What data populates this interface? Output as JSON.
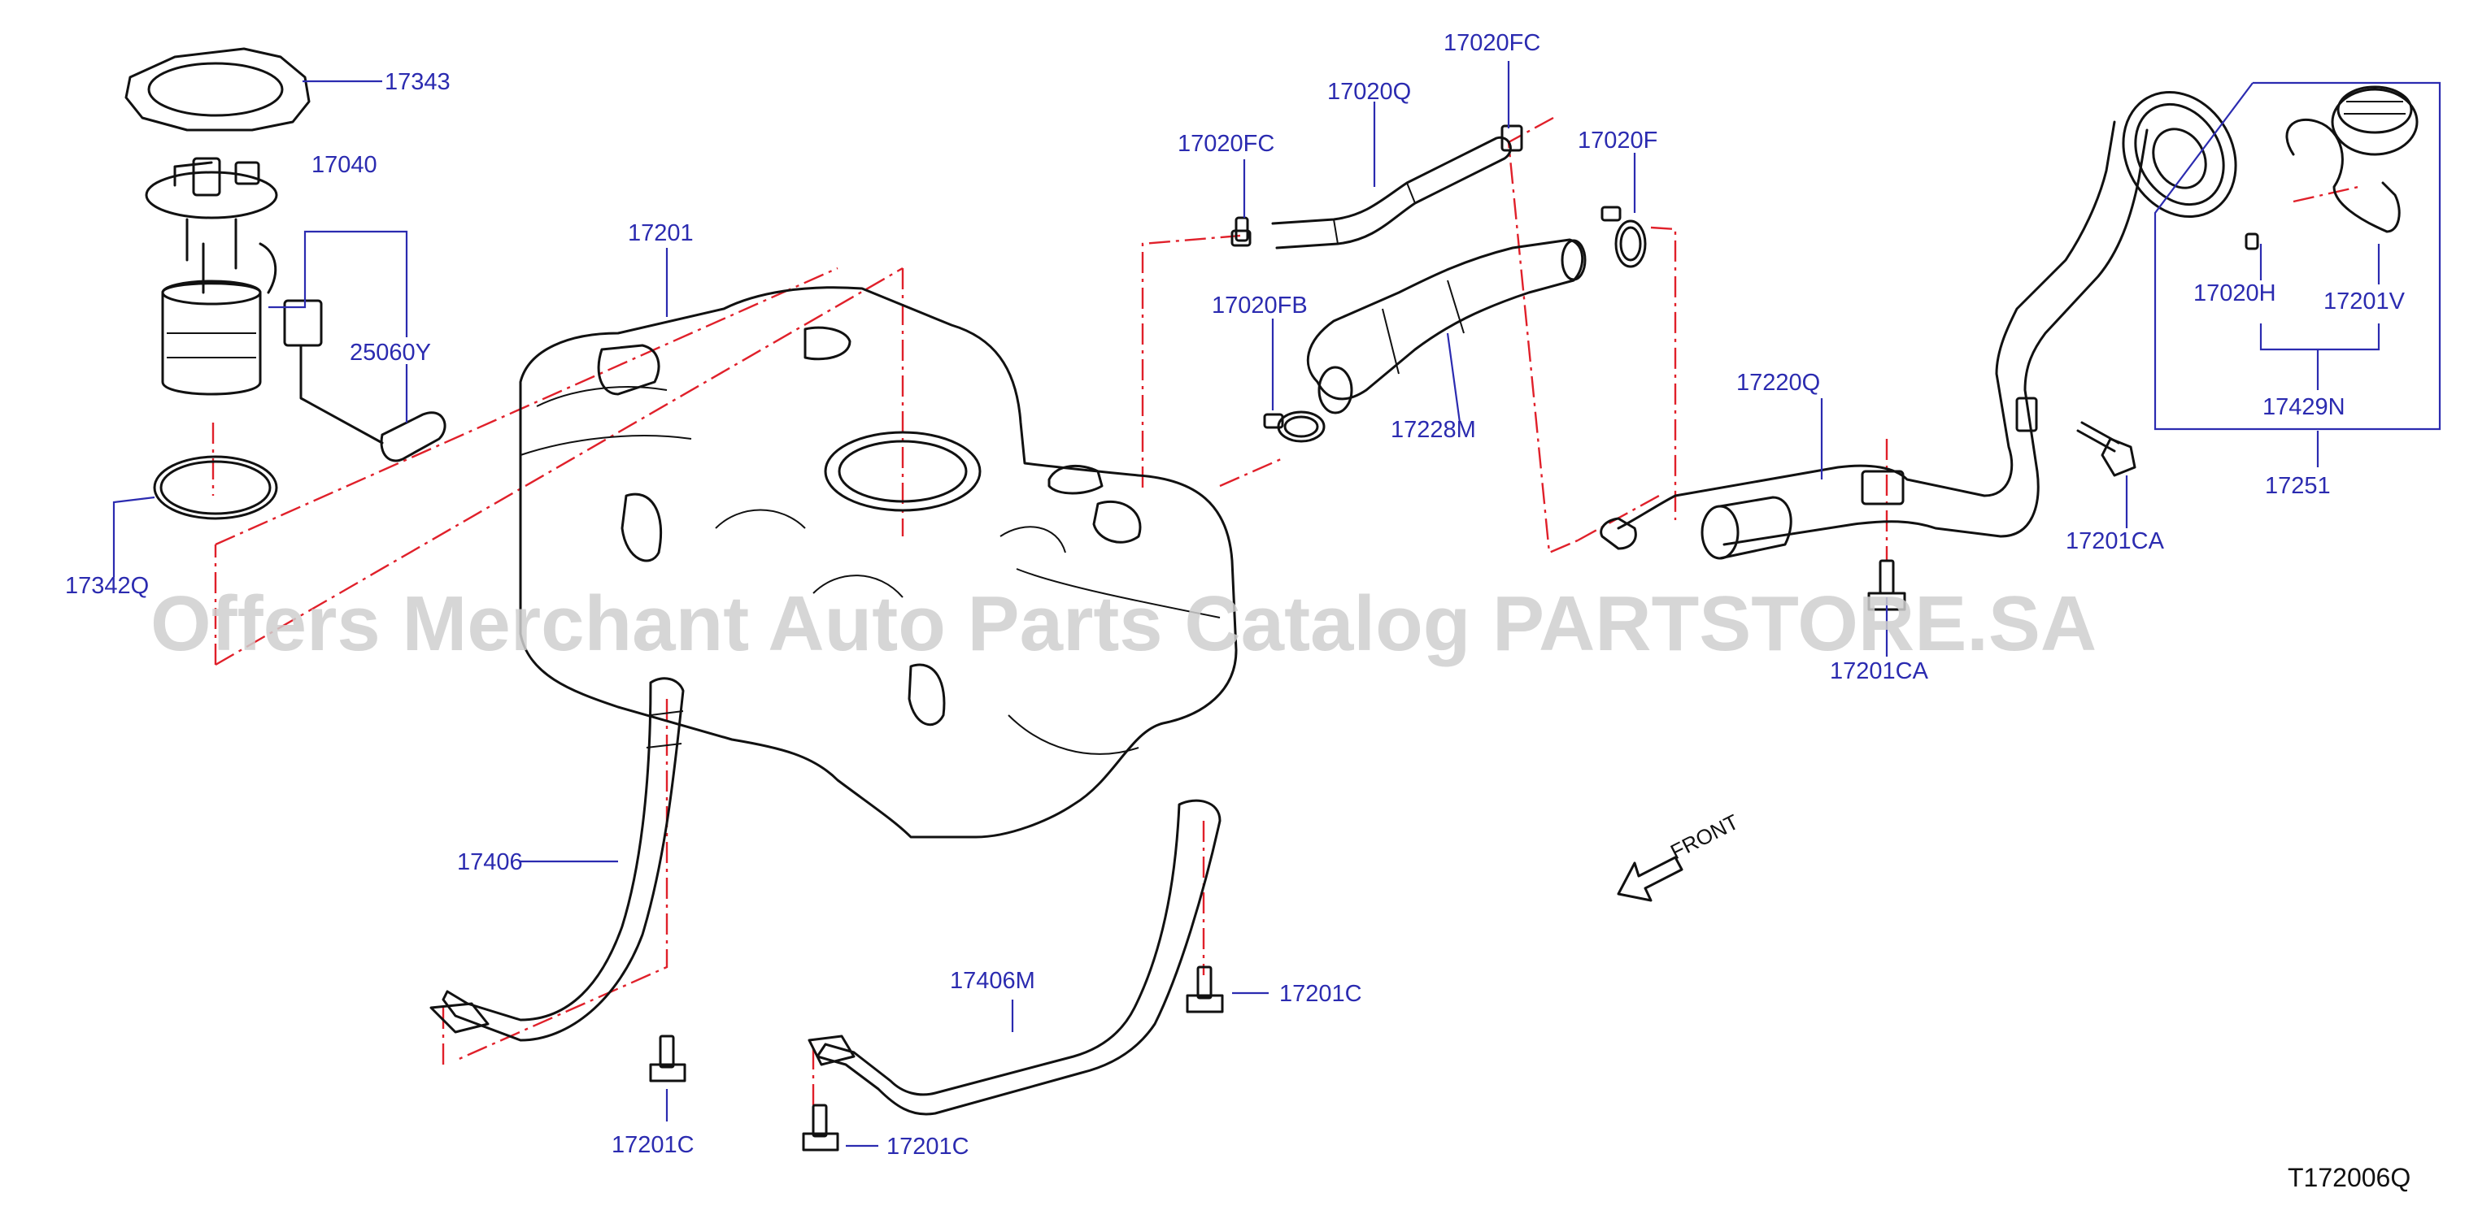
{
  "watermark": "Offers Merchant Auto Parts Catalog PARTSTORE.SA",
  "diagram_code": "T172006Q",
  "front_label": "FRONT",
  "colors": {
    "label": "#2b2bb0",
    "phantom_line": "#e0202a",
    "line_art": "#111111",
    "watermark": "#cfcfcf"
  },
  "parts": [
    {
      "id": "p17343",
      "number": "17343"
    },
    {
      "id": "p17040",
      "number": "17040"
    },
    {
      "id": "p25060Y",
      "number": "25060Y"
    },
    {
      "id": "p17342Q",
      "number": "17342Q"
    },
    {
      "id": "p17201",
      "number": "17201"
    },
    {
      "id": "p17020FC_a",
      "number": "17020FC"
    },
    {
      "id": "p17020FC_b",
      "number": "17020FC"
    },
    {
      "id": "p17020Q",
      "number": "17020Q"
    },
    {
      "id": "p17020F",
      "number": "17020F"
    },
    {
      "id": "p17020FB",
      "number": "17020FB"
    },
    {
      "id": "p17228M",
      "number": "17228M"
    },
    {
      "id": "p17220Q",
      "number": "17220Q"
    },
    {
      "id": "p17201CA_a",
      "number": "17201CA"
    },
    {
      "id": "p17201CA_b",
      "number": "17201CA"
    },
    {
      "id": "p17020H",
      "number": "17020H"
    },
    {
      "id": "p17201V",
      "number": "17201V"
    },
    {
      "id": "p17429N",
      "number": "17429N"
    },
    {
      "id": "p17251",
      "number": "17251"
    },
    {
      "id": "p17406",
      "number": "17406"
    },
    {
      "id": "p17406M",
      "number": "17406M"
    },
    {
      "id": "p17201C_a",
      "number": "17201C"
    },
    {
      "id": "p17201C_b",
      "number": "17201C"
    },
    {
      "id": "p17201C_c",
      "number": "17201C"
    }
  ]
}
